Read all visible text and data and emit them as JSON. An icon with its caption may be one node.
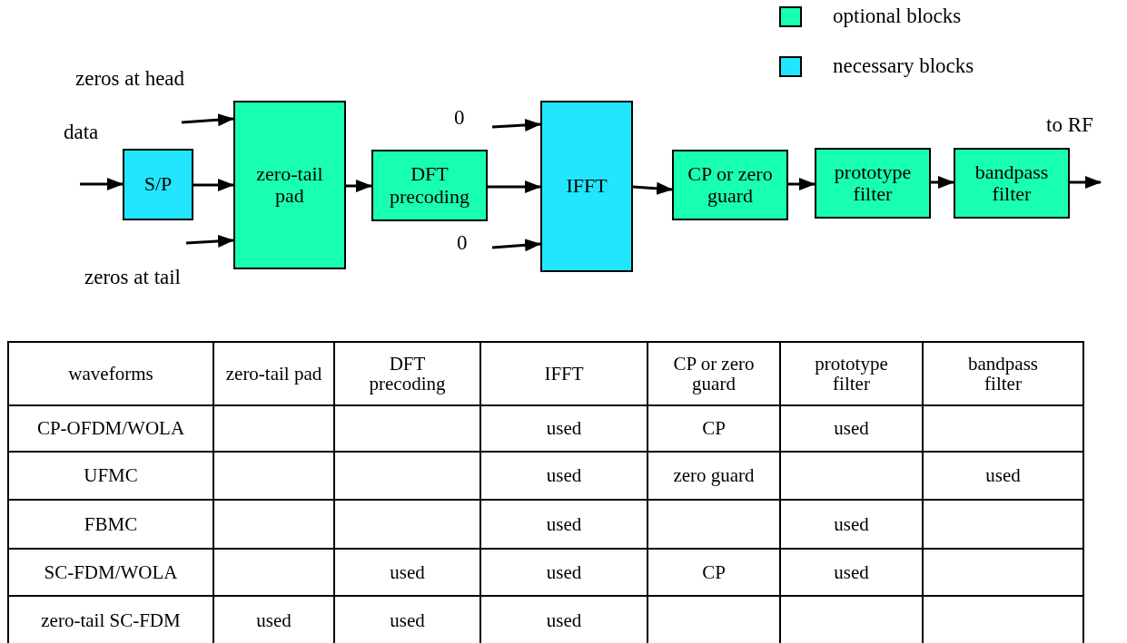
{
  "diagram": {
    "nodes": [
      {
        "text": [
          "S/P"
        ]
      },
      {
        "text": [
          "zero-tail pad"
        ]
      },
      {
        "text": [
          "DFT precoding"
        ]
      },
      {
        "text": [
          "IFFT"
        ]
      },
      {
        "text": [
          "CP or zero guard"
        ]
      },
      {
        "text": [
          "prototype filter"
        ]
      },
      {
        "text": [
          "bandpass filter"
        ]
      }
    ],
    "edges": [
      {
        "from": null,
        "to": 0,
        "arrow": "to",
        "label": "data"
      },
      {
        "from": null,
        "to": 1,
        "arrow": "to",
        "label": "zeros at head"
      },
      {
        "from": 0,
        "to": 1,
        "arrow": "to"
      },
      {
        "from": null,
        "to": 1,
        "arrow": "to",
        "label": "zeros at tail"
      },
      {
        "from": 1,
        "to": 2,
        "arrow": "to"
      },
      {
        "from": null,
        "to": 3,
        "arrow": "to",
        "label": "0"
      },
      {
        "from": 2,
        "to": 3,
        "arrow": "to"
      },
      {
        "from": null,
        "to": 3,
        "arrow": "to",
        "label": "0"
      },
      {
        "from": 3,
        "to": 4,
        "arrow": "to"
      },
      {
        "from": 4,
        "to": 5,
        "arrow": "to"
      },
      {
        "from": 5,
        "to": 6,
        "arrow": "to"
      },
      {
        "from": 6,
        "to": null,
        "arrow": "to",
        "label": "to RF"
      }
    ],
    "labels": [
      "waveforms",
      "zero-tail pad",
      "DFT precoding",
      "IFFT",
      "CP or zero guard",
      "prototype filter",
      "bandpass filter",
      "CP-OFDM/WOLA",
      "used",
      "CP",
      "used",
      "UFMC",
      "used",
      "zero guard",
      "used",
      "FBMC",
      "used",
      "used",
      "SC-FDM/WOLA",
      "used",
      "used",
      "CP",
      "used",
      "zero-tail SC-FDM",
      "used",
      "used",
      "used"
    ],
    "legend": [
      {
        "text": "optional blocks",
        "color": "#19ffb0"
      },
      {
        "text": "necessary blocks",
        "color": "#22e6ff"
      }
    ]
  }
}
